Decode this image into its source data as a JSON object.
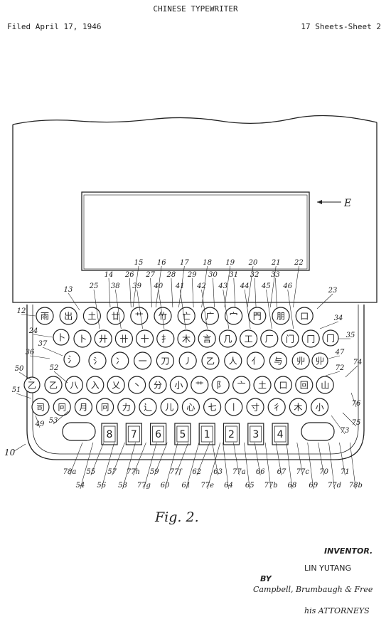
{
  "header": {
    "title": "CHINESE TYPEWRITER",
    "filed": "Filed April 17, 1946",
    "sheets": "17 Sheets-Sheet 2"
  },
  "figure": {
    "label": "Fig. 2.",
    "window_ref": "E",
    "frame_ref": "10",
    "top_refs": [
      "15",
      "16",
      "17",
      "18",
      "19",
      "20",
      "21",
      "22"
    ],
    "second_refs": [
      "14",
      "26",
      "27",
      "28",
      "29",
      "30",
      "31",
      "32",
      "33"
    ],
    "third_refs": [
      "25",
      "38",
      "39",
      "40",
      "41",
      "42",
      "43",
      "44",
      "45",
      "46"
    ],
    "row1_keys": [
      "雨",
      "出",
      "土",
      "廿",
      "艹",
      "竹",
      "亡",
      "广",
      "宀",
      "門",
      "朋",
      "口"
    ],
    "row2_keys": [
      "卜",
      "廾",
      "卄",
      "十",
      "扌",
      "木",
      "言",
      "几",
      "工",
      "厂",
      "门",
      "冂"
    ],
    "row3_keys": [
      "氵",
      "冫",
      "一",
      "刀",
      "丿",
      "乙",
      "人",
      "亻",
      "与",
      "丱"
    ],
    "row4_keys": [
      "乙",
      "八",
      "入",
      "乂",
      "丶",
      "分",
      "小",
      "艹",
      "阝",
      "亠",
      "土",
      "口",
      "回",
      "山"
    ],
    "row5_keys": [
      "司",
      "冋",
      "月",
      "冋",
      "力",
      "辶",
      "儿",
      "心",
      "七",
      "丨",
      "寸",
      "彳",
      "木",
      "小"
    ],
    "number_keys": [
      "8",
      "7",
      "6",
      "5",
      "1",
      "2",
      "3",
      "4"
    ],
    "left_refs": [
      "12",
      "13",
      "24",
      "37",
      "36",
      "50",
      "52",
      "51",
      "53",
      "49"
    ],
    "right_refs": [
      "23",
      "34",
      "35",
      "47",
      "72",
      "74",
      "76",
      "75",
      "73"
    ],
    "bottom_refs": [
      "78a",
      "54",
      "55",
      "56",
      "57",
      "58",
      "77h",
      "77g",
      "59",
      "60",
      "77f",
      "61",
      "62",
      "77e",
      "63",
      "64",
      "77a",
      "65",
      "66",
      "77b",
      "67",
      "68",
      "77c",
      "69",
      "70",
      "77d",
      "71",
      "78b"
    ],
    "inventor_label": "INVENTOR.",
    "inventor_name": "LIN YUTANG",
    "by_label": "BY",
    "firm_signature": "Campbell, Brumbaugh & Free",
    "attorneys_label": "his ATTORNEYS"
  }
}
